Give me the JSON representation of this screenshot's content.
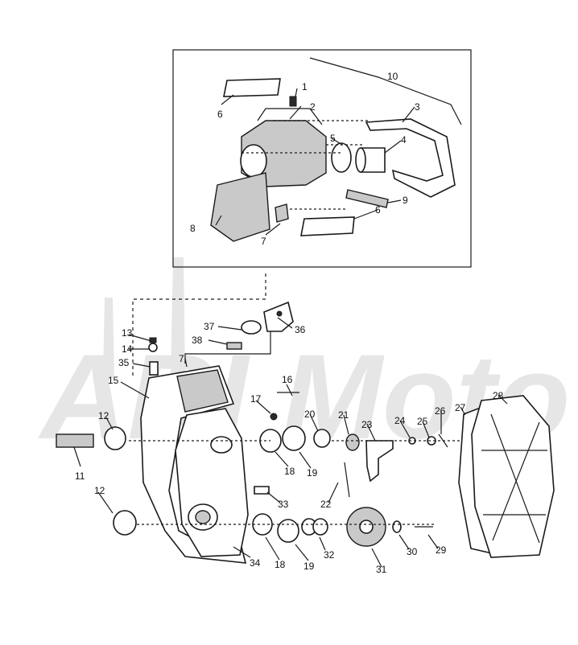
{
  "watermark": {
    "text": "ARI Moto"
  },
  "colors": {
    "line": "#1a1a1a",
    "fill": "#ffffff",
    "watermark": "#e6e6e6"
  },
  "callouts": [
    {
      "id": "c1",
      "label": "1"
    },
    {
      "id": "c2",
      "label": "2"
    },
    {
      "id": "c3",
      "label": "3"
    },
    {
      "id": "c4",
      "label": "4"
    },
    {
      "id": "c5",
      "label": "5"
    },
    {
      "id": "c6a",
      "label": "6"
    },
    {
      "id": "c6b",
      "label": "6"
    },
    {
      "id": "c7a",
      "label": "7"
    },
    {
      "id": "c8",
      "label": "8"
    },
    {
      "id": "c9",
      "label": "9"
    },
    {
      "id": "c10",
      "label": "10"
    },
    {
      "id": "c11",
      "label": "11"
    },
    {
      "id": "c12a",
      "label": "12"
    },
    {
      "id": "c12b",
      "label": "12"
    },
    {
      "id": "c13",
      "label": "13"
    },
    {
      "id": "c14",
      "label": "14"
    },
    {
      "id": "c15",
      "label": "15"
    },
    {
      "id": "c16",
      "label": "16"
    },
    {
      "id": "c17",
      "label": "17"
    },
    {
      "id": "c18a",
      "label": "18"
    },
    {
      "id": "c18b",
      "label": "18"
    },
    {
      "id": "c19a",
      "label": "19"
    },
    {
      "id": "c19b",
      "label": "19"
    },
    {
      "id": "c20",
      "label": "20"
    },
    {
      "id": "c21",
      "label": "21"
    },
    {
      "id": "c22",
      "label": "22"
    },
    {
      "id": "c23",
      "label": "23"
    },
    {
      "id": "c24",
      "label": "24"
    },
    {
      "id": "c25",
      "label": "25"
    },
    {
      "id": "c26",
      "label": "26"
    },
    {
      "id": "c27",
      "label": "27"
    },
    {
      "id": "c28",
      "label": "28"
    },
    {
      "id": "c29",
      "label": "29"
    },
    {
      "id": "c30",
      "label": "30"
    },
    {
      "id": "c31",
      "label": "31"
    },
    {
      "id": "c32",
      "label": "32"
    },
    {
      "id": "c33",
      "label": "33"
    },
    {
      "id": "c34",
      "label": "34"
    },
    {
      "id": "c35",
      "label": "35"
    },
    {
      "id": "c36",
      "label": "36"
    },
    {
      "id": "c37",
      "label": "37"
    },
    {
      "id": "c38",
      "label": "38"
    },
    {
      "id": "c7b",
      "label": "7"
    }
  ]
}
